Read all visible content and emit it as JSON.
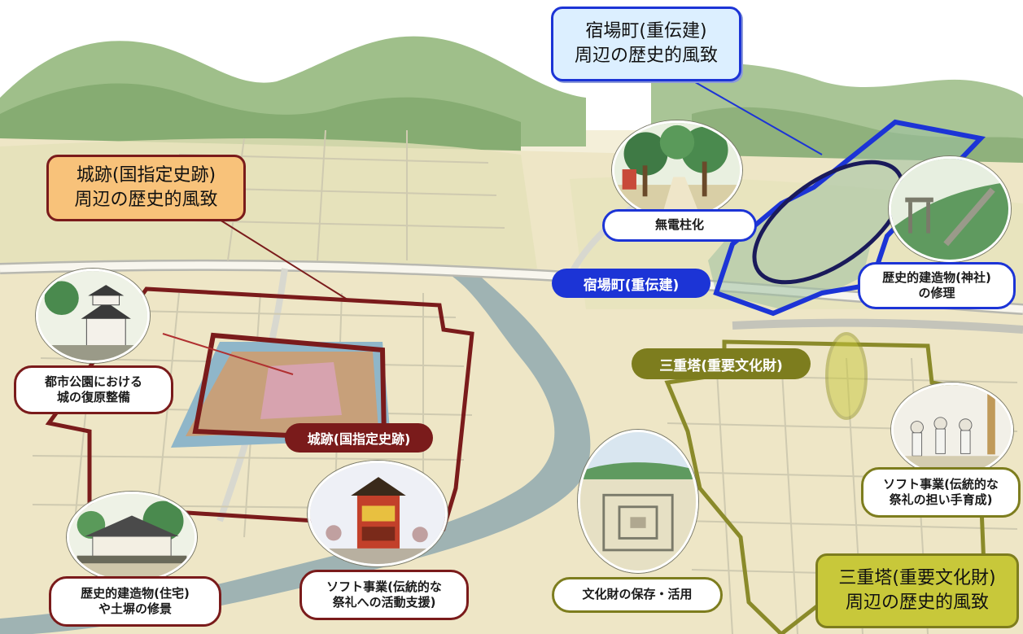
{
  "areas": {
    "shukuba_title": {
      "line1": "宿場町(重伝建)",
      "line2": "周辺の歴史的風致"
    },
    "castle_title": {
      "line1": "城跡(国指定史跡)",
      "line2": "周辺の歴史的風致"
    },
    "pagoda_title": {
      "line1": "三重塔(重要文化財)",
      "line2": "周辺の歴史的風致"
    }
  },
  "site_labels": {
    "shukuba": "宿場町(重伝建)",
    "castle": "城跡(国指定史跡)",
    "pagoda": "三重塔(重要文化財)"
  },
  "callouts": {
    "utility_pole_removal": "無電柱化",
    "shrine_repair": {
      "line1": "歴史的建造物(神社)",
      "line2": "の修理"
    },
    "park_restoration": {
      "line1": "都市公園における",
      "line2": "城の復原整備"
    },
    "house_repair": {
      "line1": "歴史的建造物(住宅)",
      "line2": "や土塀の修景"
    },
    "festival_support": {
      "line1": "ソフト事業(伝統的な",
      "line2": "祭礼への活動支援)"
    },
    "cultural_property": "文化財の保存・活用",
    "festival_successors": {
      "line1": "ソフト事業(伝統的な",
      "line2": "祭礼の担い手育成)"
    }
  },
  "colors": {
    "castle_zone": "#7a1b1b",
    "shukuba_zone": "#1c34d6",
    "pagoda_zone": "#8a8a2a",
    "shukuba_box_fill": "#dcefff",
    "castle_box_fill": "#f8c27a",
    "pagoda_box_fill": "#c8c83a"
  }
}
